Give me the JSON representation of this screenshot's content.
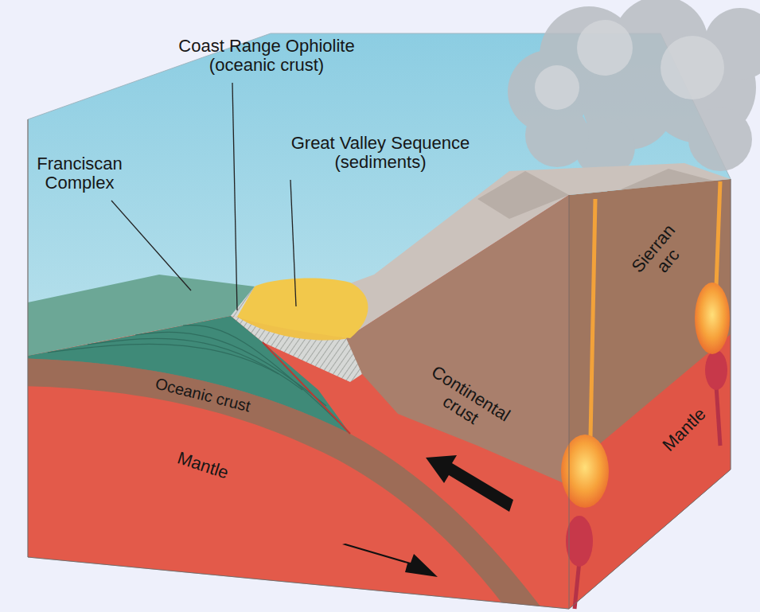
{
  "diagram": {
    "labels": [
      "Coast Range Ophiolite (oceanic crust)",
      "Franciscan Complex",
      "Great Valley Sequence (sediments)",
      "Oceanic crust",
      "Mantle",
      "Continental crust",
      "Sierran arc",
      "Mantle"
    ]
  }
}
